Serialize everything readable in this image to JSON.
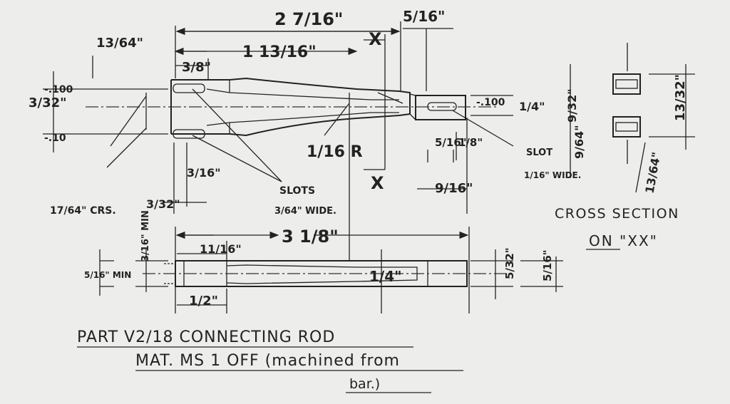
{
  "title": {
    "line1": "PART V2/18 CONNECTING ROD",
    "line2": "MAT. MS  1 OFF (machined from",
    "line3": "bar.)"
  },
  "cross_section": {
    "label": "CROSS SECTION",
    "label2": "ON \"XX\""
  },
  "dims": {
    "overall_top": "2 7/16\"",
    "right_end": "5/16\"",
    "inner": "1 13/16\"",
    "x_top": "X",
    "x_bottom": "X",
    "left_13_64": "13/64\"",
    "left_3_8": "3/8\"",
    "left_3_32": "3/32\"",
    "tol_100_top": "-.100",
    "tol_10_bot": "-.10",
    "radius": "1/16 R",
    "slots": "SLOTS",
    "slots_size": "3/64\" WIDE.",
    "crs": "17/64\" CRS.",
    "d_3_16": "3/16\"",
    "d_3_32_bottom": "3/32\"",
    "tol_100_right": "-.100",
    "d_1_4": "1/4\"",
    "d_9_32": "9/32\"",
    "d_9_64": "9/64\"",
    "d_5_16": "5/16\"",
    "d_1_8": "1/8\"",
    "slot_r": "SLOT",
    "slot_r_size": "1/16\" WIDE.",
    "d_9_16": "9/16\"",
    "d_13_32": "13/32\"",
    "d_13_64": "13/64\"",
    "overall_bottom": "3 1/8\"",
    "d_11_16": "11/16\"",
    "min_3_16": "3/16\" MIN",
    "d_1_2": "1/2\"",
    "d_1_4_side": "1/4\"",
    "d_5_32": "5/32\"",
    "d_5_16_side": "5/16\"",
    "d_5_16_left": "5/16\" MIN"
  }
}
